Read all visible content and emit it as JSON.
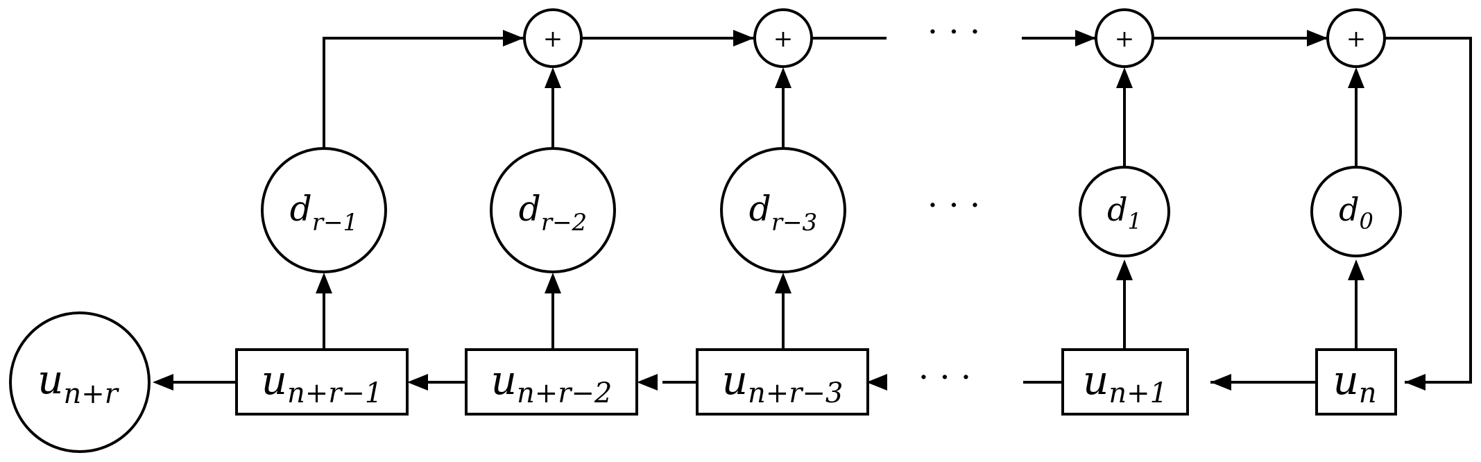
{
  "registers": {
    "output": {
      "base": "u",
      "sub": "n+r"
    },
    "r1": {
      "base": "u",
      "sub": "n+r−1"
    },
    "r2": {
      "base": "u",
      "sub": "n+r−2"
    },
    "r3": {
      "base": "u",
      "sub": "n+r−3"
    },
    "r4": {
      "base": "u",
      "sub": "n+1"
    },
    "r5": {
      "base": "u",
      "sub": "n"
    }
  },
  "coefficients": {
    "c1": {
      "base": "d",
      "sub": "r−1"
    },
    "c2": {
      "base": "d",
      "sub": "r−2"
    },
    "c3": {
      "base": "d",
      "sub": "r−3"
    },
    "c4": {
      "base": "d",
      "sub": "1"
    },
    "c5": {
      "base": "d",
      "sub": "0"
    }
  },
  "adder_symbol": "+",
  "ellipsis": "· · ·"
}
